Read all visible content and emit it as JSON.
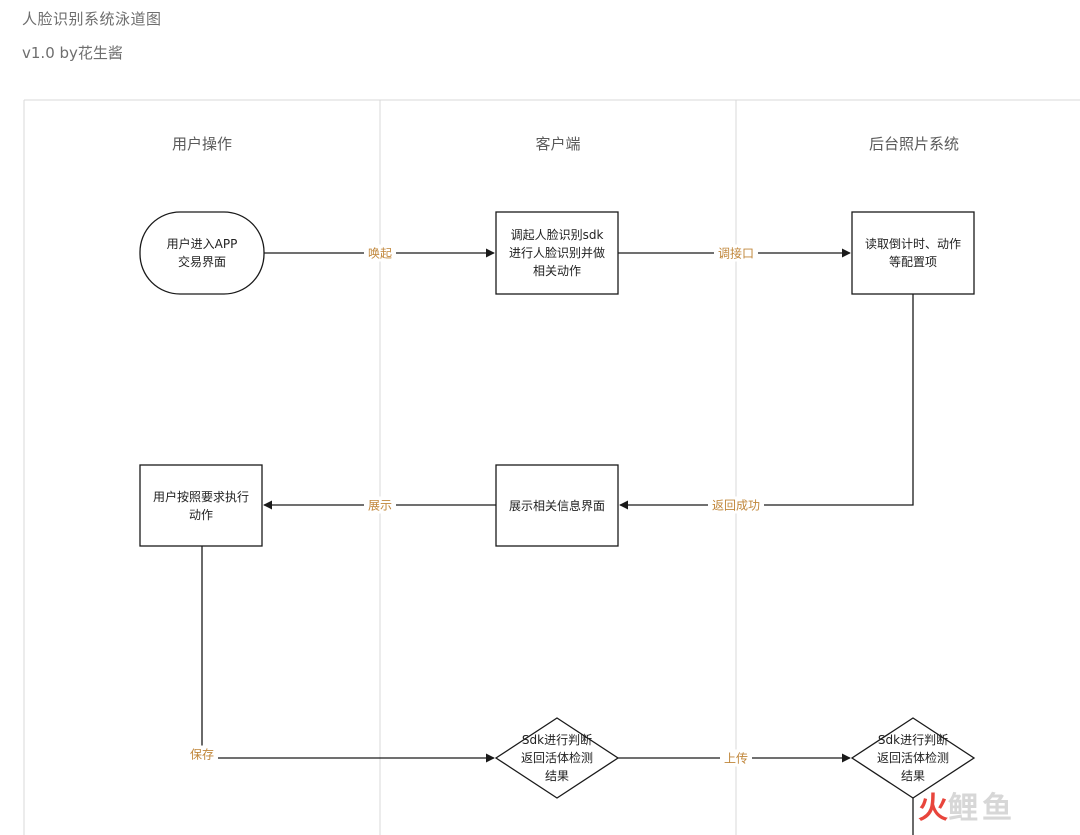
{
  "document": {
    "title": "人脸识别系统泳道图",
    "version": "v1.0 by花生酱"
  },
  "lanes": [
    {
      "id": "user",
      "label": "用户操作"
    },
    {
      "id": "client",
      "label": "客户端"
    },
    {
      "id": "backend",
      "label": "后台照片系统"
    }
  ],
  "nodes": {
    "enter_app": {
      "text": "用户进入APP\n交易界面",
      "shape": "rounded-terminal"
    },
    "invoke_sdk": {
      "text": "调起人脸识别sdk\n进行人脸识别并做\n相关动作",
      "shape": "rectangle"
    },
    "read_config": {
      "text": "读取倒计时、动作\n等配置项",
      "shape": "rectangle"
    },
    "user_action": {
      "text": "用户按照要求执行\n动作",
      "shape": "rectangle"
    },
    "show_info": {
      "text": "展示相关信息界面",
      "shape": "rectangle"
    },
    "sdk_judge_client": {
      "text": "Sdk进行判断\n返回活体检测\n结果",
      "shape": "diamond"
    },
    "sdk_judge_backend": {
      "text": "Sdk进行判断\n返回活体检测\n结果",
      "shape": "diamond"
    }
  },
  "edges": [
    {
      "from": "enter_app",
      "to": "invoke_sdk",
      "label": "唤起"
    },
    {
      "from": "invoke_sdk",
      "to": "read_config",
      "label": "调接口"
    },
    {
      "from": "read_config",
      "to": "show_info",
      "label": "返回成功"
    },
    {
      "from": "show_info",
      "to": "user_action",
      "label": "展示"
    },
    {
      "from": "user_action",
      "to": "sdk_judge_client",
      "label": "保存"
    },
    {
      "from": "sdk_judge_client",
      "to": "sdk_judge_backend",
      "label": "上传"
    }
  ],
  "colors": {
    "line": "#1a1a1a",
    "lane_border": "#d9d9d9",
    "edge_label": "#c0863a"
  },
  "watermark": {
    "fire_glyph": "火",
    "text": "鲤鱼"
  }
}
